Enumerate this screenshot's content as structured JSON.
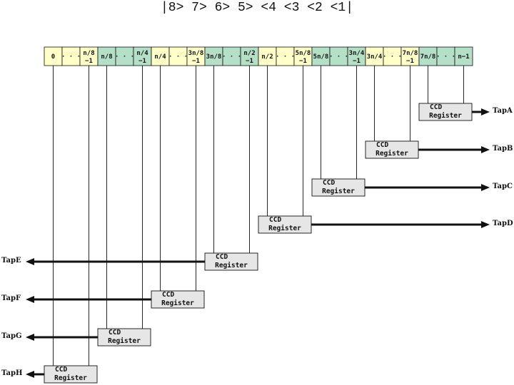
{
  "title": "|8> 7> 6> 5>   <4 <3 <2 <1|",
  "cells": [
    {
      "l1": "0",
      "l2": "",
      "color": "yellow"
    },
    {
      "l1": "· · ·",
      "l2": "",
      "color": "yellow"
    },
    {
      "l1": "n/8",
      "l2": "−1",
      "color": "yellow"
    },
    {
      "l1": "n/8",
      "l2": "",
      "color": "green"
    },
    {
      "l1": "· · ·",
      "l2": "",
      "color": "green"
    },
    {
      "l1": "n/4",
      "l2": "−1",
      "color": "green"
    },
    {
      "l1": "n/4",
      "l2": "",
      "color": "yellow"
    },
    {
      "l1": "· · ·",
      "l2": "",
      "color": "yellow"
    },
    {
      "l1": "3n/8",
      "l2": "−1",
      "color": "yellow"
    },
    {
      "l1": "3n/8",
      "l2": "",
      "color": "green"
    },
    {
      "l1": "· · ·",
      "l2": "",
      "color": "green"
    },
    {
      "l1": "n/2",
      "l2": "−1",
      "color": "green"
    },
    {
      "l1": "n/2",
      "l2": "",
      "color": "yellow"
    },
    {
      "l1": "· · ·",
      "l2": "",
      "color": "yellow"
    },
    {
      "l1": "5n/8",
      "l2": "−1",
      "color": "yellow"
    },
    {
      "l1": "5n/8",
      "l2": "",
      "color": "green"
    },
    {
      "l1": "· · ·",
      "l2": "",
      "color": "green"
    },
    {
      "l1": "3n/4",
      "l2": "−1",
      "color": "green"
    },
    {
      "l1": "3n/4",
      "l2": "",
      "color": "yellow"
    },
    {
      "l1": "· · ·",
      "l2": "",
      "color": "yellow"
    },
    {
      "l1": "7n/8",
      "l2": "−1",
      "color": "yellow"
    },
    {
      "l1": "7n/8",
      "l2": "",
      "color": "green"
    },
    {
      "l1": "· · ·",
      "l2": "",
      "color": "green"
    },
    {
      "l1": "n−1",
      "l2": "",
      "color": "green"
    }
  ],
  "colors": {
    "yellow": "#ffffc8",
    "green": "#b4e0c8",
    "register": "#e6e6e6",
    "line": "#111111"
  },
  "register": {
    "line1": "CCD",
    "line2": "Register"
  },
  "taps": [
    {
      "label": "TapA",
      "direction": "right"
    },
    {
      "label": "TapB",
      "direction": "right"
    },
    {
      "label": "TapC",
      "direction": "right"
    },
    {
      "label": "TapD",
      "direction": "right"
    },
    {
      "label": "TapE",
      "direction": "left"
    },
    {
      "label": "TapF",
      "direction": "left"
    },
    {
      "label": "TapG",
      "direction": "left"
    },
    {
      "label": "TapH",
      "direction": "left"
    }
  ]
}
